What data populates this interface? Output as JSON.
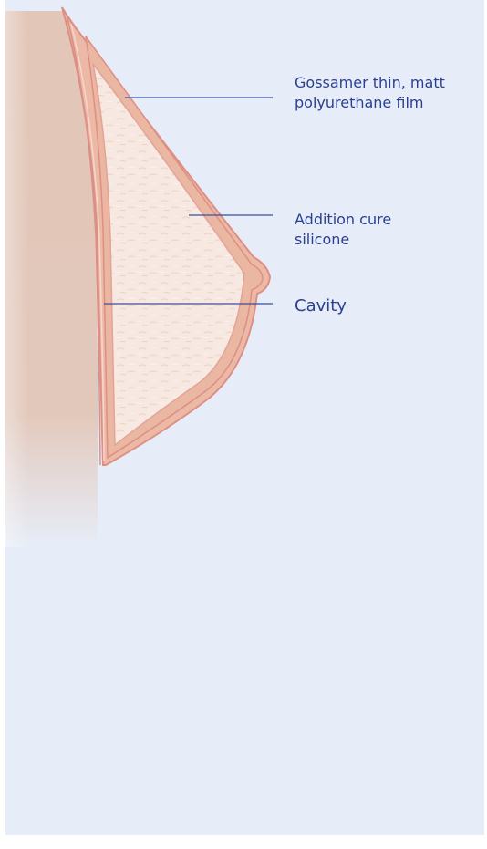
{
  "labels": {
    "film": {
      "line1": "Gossamer thin, matt",
      "line2": "polyurethane film"
    },
    "silicone": {
      "line1": "Addition cure",
      "line2": "silicone"
    },
    "cavity": {
      "text": "Cavity"
    }
  },
  "colors": {
    "background": "#e7edf8",
    "label_text": "#2b3f91",
    "leader_line": "#3a4f9e",
    "body_skin": "#e2c4b4",
    "film_outline": "#de8f84",
    "prosthesis_rim": "#ebb9a5",
    "silicone_fill": "#f7e8e2"
  }
}
